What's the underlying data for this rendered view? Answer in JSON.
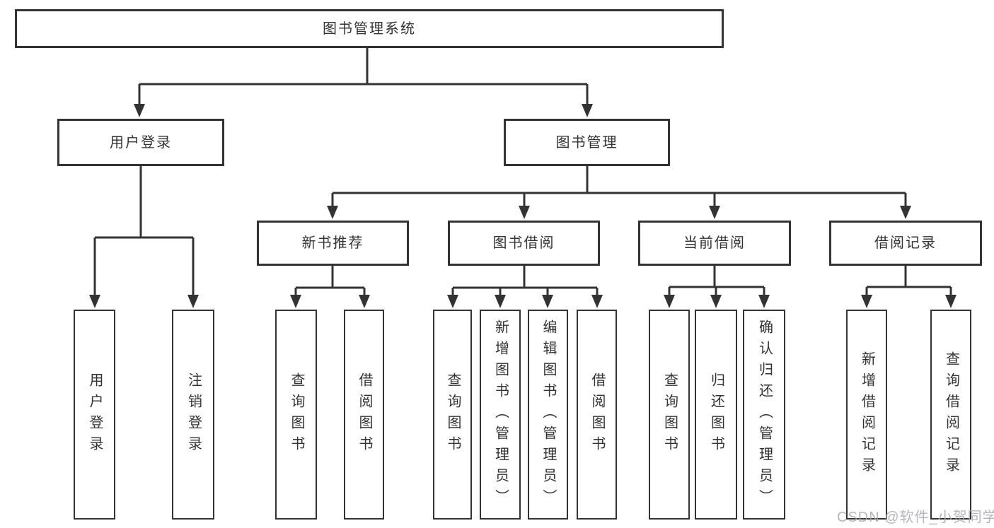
{
  "diagram_title": "图书管理系统",
  "watermark": "CSDN @软件_小贺同学",
  "colors": {
    "line": "#333333",
    "border": "#333333",
    "text": "#333333",
    "watermark": "#a9a9af",
    "background": "#ffffff"
  },
  "nodes": {
    "root": {
      "label": "图书管理系统"
    },
    "userLogin": {
      "label": "用户登录"
    },
    "bookManagement": {
      "label": "图书管理"
    },
    "newBookRecommend": {
      "label": "新书推荐"
    },
    "bookBorrow": {
      "label": "图书借阅"
    },
    "currentBorrow": {
      "label": "当前借阅"
    },
    "borrowRecords": {
      "label": "借阅记录"
    },
    "leafUserLogin": {
      "label": "用户登录"
    },
    "leafLogout": {
      "label": "注销登录"
    },
    "leafQueryBooks1": {
      "label": "查询图书"
    },
    "leafBorrowBooks1": {
      "label": "借阅图书"
    },
    "leafQueryBooks2": {
      "label": "查询图书"
    },
    "leafAddBooks": {
      "label": "新增图书（管理员）"
    },
    "leafEditBooks": {
      "label": "编辑图书（管理员）"
    },
    "leafBorrowBooks2": {
      "label": "借阅图书"
    },
    "leafQueryBooks3": {
      "label": "查询图书"
    },
    "leafReturnBooks": {
      "label": "归还图书"
    },
    "leafConfirmReturn": {
      "label": "确认归还（管理员）"
    },
    "leafAddBorrowRecord": {
      "label": "新增借阅记录"
    },
    "leafQueryBorrowRecord": {
      "label": "查询借阅记录"
    }
  },
  "diagram_structure": {
    "root": "root",
    "edges": [
      [
        "root",
        "userLogin"
      ],
      [
        "root",
        "bookManagement"
      ],
      [
        "userLogin",
        "leafUserLogin"
      ],
      [
        "userLogin",
        "leafLogout"
      ],
      [
        "bookManagement",
        "newBookRecommend"
      ],
      [
        "bookManagement",
        "bookBorrow"
      ],
      [
        "bookManagement",
        "currentBorrow"
      ],
      [
        "bookManagement",
        "borrowRecords"
      ],
      [
        "newBookRecommend",
        "leafQueryBooks1"
      ],
      [
        "newBookRecommend",
        "leafBorrowBooks1"
      ],
      [
        "bookBorrow",
        "leafQueryBooks2"
      ],
      [
        "bookBorrow",
        "leafAddBooks"
      ],
      [
        "bookBorrow",
        "leafEditBooks"
      ],
      [
        "bookBorrow",
        "leafBorrowBooks2"
      ],
      [
        "currentBorrow",
        "leafQueryBooks3"
      ],
      [
        "currentBorrow",
        "leafReturnBooks"
      ],
      [
        "currentBorrow",
        "leafConfirmReturn"
      ],
      [
        "borrowRecords",
        "leafAddBorrowRecord"
      ],
      [
        "borrowRecords",
        "leafQueryBorrowRecord"
      ]
    ]
  }
}
